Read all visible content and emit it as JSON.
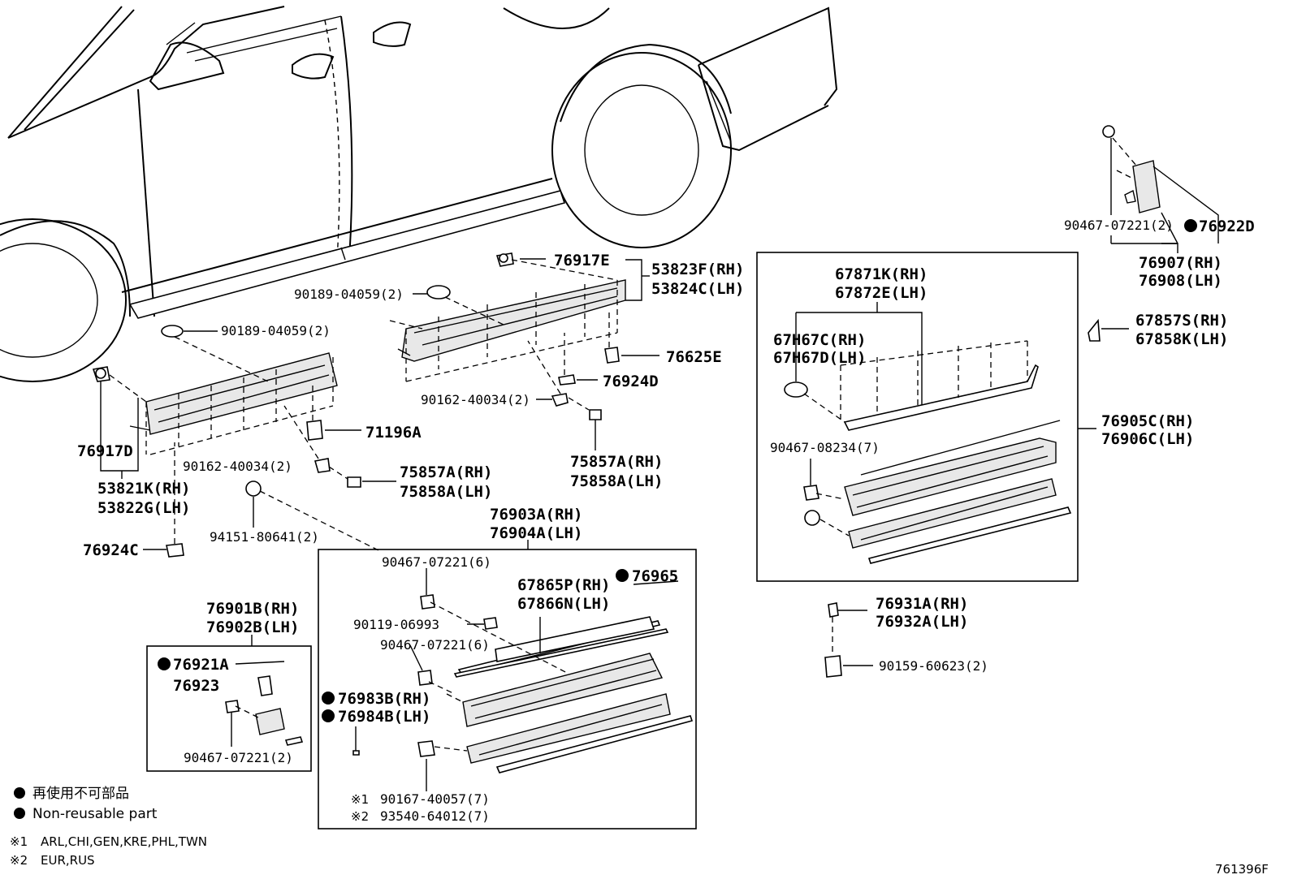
{
  "labels": {
    "p76917E": "76917E",
    "p53823F": "53823F(RH)",
    "p53824C": "53824C(LH)",
    "p90189a": "90189-04059(2)",
    "p90189b": "90189-04059(2)",
    "p76625E": "76625E",
    "p76924D": "76924D",
    "p90162a": "90162-40034(2)",
    "p75857A_r": "75857A(RH)",
    "p75858A_r": "75858A(LH)",
    "p71196A": "71196A",
    "p76917D": "76917D",
    "p90162b": "90162-40034(2)",
    "p75857A_l": "75857A(RH)",
    "p75858A_l": "75858A(LH)",
    "p53821K": "53821K(RH)",
    "p53822G": "53822G(LH)",
    "p94151": "94151-80641(2)",
    "p76924C": "76924C",
    "p76903A": "76903A(RH)",
    "p76904A": "76904A(LH)",
    "p90467_6a": "90467-07221(6)",
    "p67865P": "67865P(RH)",
    "p67866N": "67866N(LH)",
    "p76965": "76965",
    "p90119": "90119-06993",
    "p90467_6b": "90467-07221(6)",
    "p76983B": "76983B(RH)",
    "p76984B": "76984B(LH)",
    "n1": "※1",
    "p90167": "90167-40057(7)",
    "n2": "※2",
    "p93540": "93540-64012(7)",
    "p76901B": "76901B(RH)",
    "p76902B": "76902B(LH)",
    "p76921A": "76921A",
    "p76923": "76923",
    "p90467_2a": "90467-07221(2)",
    "p90467_2b": "90467-07221(2)",
    "p76922D": "76922D",
    "p76907": "76907(RH)",
    "p76908": "76908(LH)",
    "p67857S": "67857S(RH)",
    "p67858K": "67858K(LH)",
    "p67871K": "67871K(RH)",
    "p67872E": "67872E(LH)",
    "p67H67C": "67H67C(RH)",
    "p67H67D": "67H67D(LH)",
    "p90467_7": "90467-08234(7)",
    "p76905C": "76905C(RH)",
    "p76906C": "76906C(LH)",
    "p76931A": "76931A(RH)",
    "p76932A": "76932A(LH)",
    "p90159": "90159-60623(2)"
  },
  "legend": {
    "jp": "再使用不可部品",
    "en": "Non-reusable part",
    "note1_mark": "※1",
    "note1": "ARL,CHI,GEN,KRE,PHL,TWN",
    "note2_mark": "※2",
    "note2": "EUR,RUS"
  },
  "figure_ref": "761396F"
}
